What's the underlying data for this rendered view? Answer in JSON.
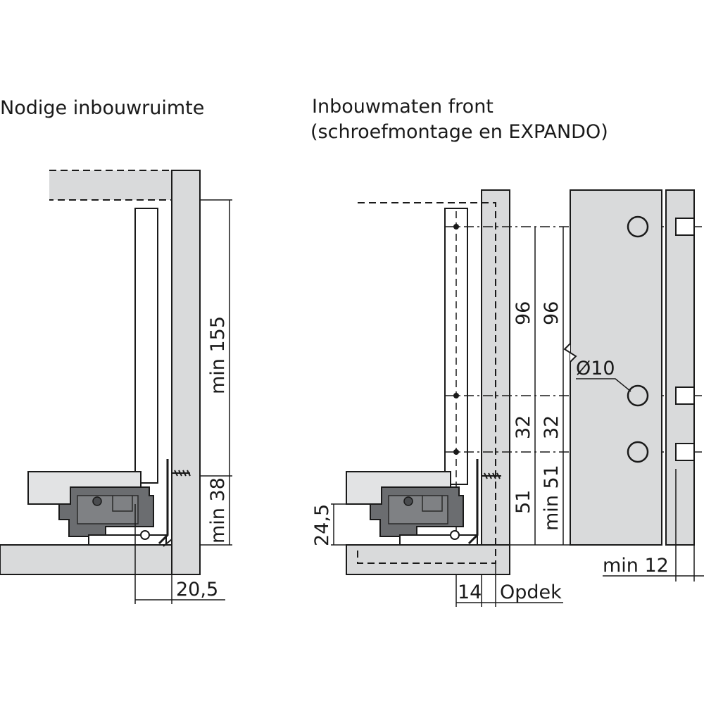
{
  "left_panel": {
    "title": "Nodige inbouwruimte",
    "dims": {
      "height_top": "min 155",
      "height_bottom": "min 38",
      "width": "20,5"
    }
  },
  "right_panel": {
    "title": "Inbouwmaten front",
    "subtitle": "(schroefmontage en EXPANDO)",
    "dims": {
      "spacing_96_a": "96",
      "spacing_96_b": "96",
      "spacing_32_a": "32",
      "spacing_32_b": "32",
      "spacing_51_a": "51",
      "spacing_51_b": "min 51",
      "height_245": "24,5",
      "hole_diameter": "Ø10",
      "width_14": "14",
      "overlay": "Opdek",
      "depth_min12": "min 12"
    }
  },
  "colors": {
    "panel_fill": "#d9dadb",
    "line": "#1a1a1a",
    "runner_dark": "#5c5e61",
    "runner_mid": "#7b7d80"
  }
}
